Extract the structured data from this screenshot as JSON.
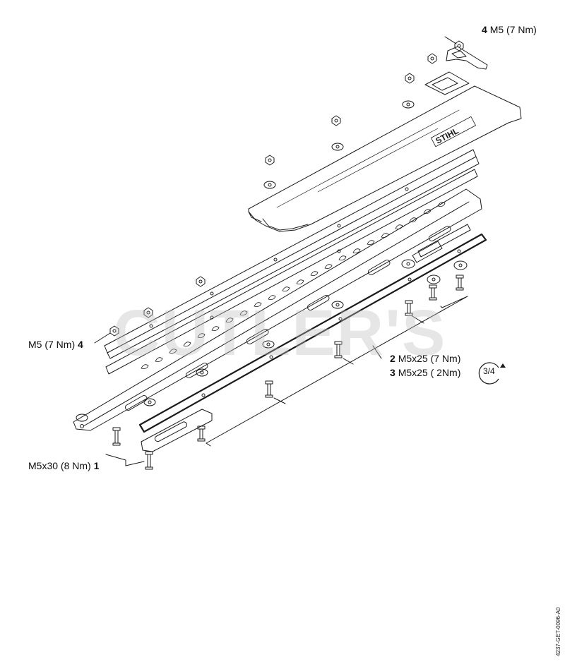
{
  "diagram": {
    "callouts": [
      {
        "num": "4",
        "text": "M5 (7 Nm)"
      },
      {
        "num": "4",
        "text": "M5 (7 Nm)"
      },
      {
        "num": "2",
        "text": "M5x25 (7 Nm)"
      },
      {
        "num": "3",
        "text": "M5x25 ( 2Nm)"
      },
      {
        "num": "1",
        "text": "M5x30 (8 Nm)"
      }
    ],
    "turn_badge": "3/4",
    "brand_mark": "STIHL",
    "watermark": "CUTLER'S",
    "document_id": "4237-GET-0096-A0"
  },
  "colors": {
    "line": "#1a1a1a",
    "watermark": "#c8c8c8"
  }
}
